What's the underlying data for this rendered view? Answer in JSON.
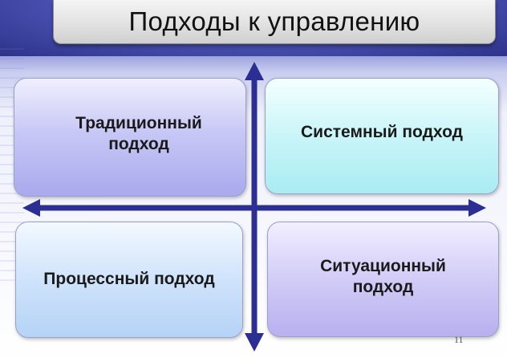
{
  "slide": {
    "title": "Подходы к управлению",
    "page_number": "11"
  },
  "quadrants": {
    "top_left": "Традиционный\nподход",
    "top_right": "Системный подход",
    "bottom_left": "Процессный подход",
    "bottom_right": "Ситуационный\nподход"
  },
  "colors": {
    "arrow": "#2b2e92",
    "title_box": "#e2e2e2",
    "top_left_fill": "#c8c8f6",
    "top_right_fill": "#c9f5f8",
    "bottom_left_fill": "#cfe3fb",
    "bottom_right_fill": "#d2ccf7"
  }
}
